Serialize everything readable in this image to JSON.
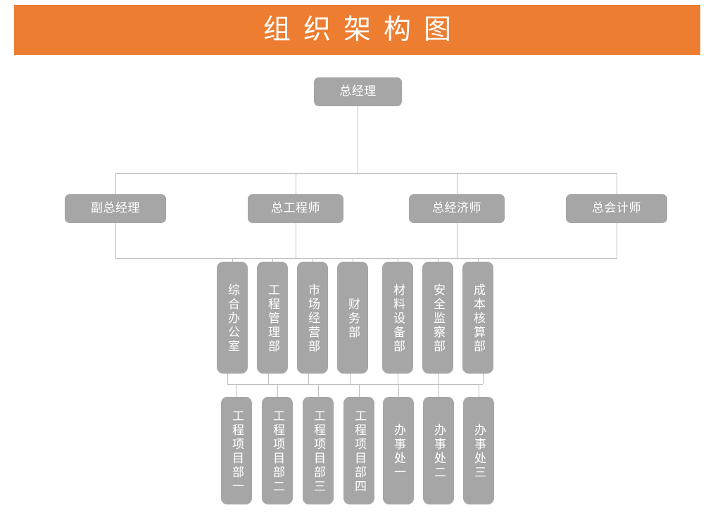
{
  "title": {
    "text": "组织架构图"
  },
  "colors": {
    "banner": "#ED7D31",
    "node": "#A6A6A6",
    "node_text": "#FFFFFF",
    "connector": "#BFBFBF",
    "background": "#FFFFFF"
  },
  "chart_data": {
    "type": "diagram",
    "diagram_type": "org-chart",
    "title": "组织架构图",
    "orientation": "top-down",
    "levels": 4,
    "nodes": {
      "level1": [
        {
          "id": "gm",
          "label": "总经理",
          "orientation": "horizontal"
        }
      ],
      "level2": [
        {
          "id": "deputy-gm",
          "label": "副总经理",
          "orientation": "horizontal"
        },
        {
          "id": "chief-engineer",
          "label": "总工程师",
          "orientation": "horizontal"
        },
        {
          "id": "chief-economist",
          "label": "总经济师",
          "orientation": "horizontal"
        },
        {
          "id": "chief-accountant",
          "label": "总会计师",
          "orientation": "horizontal"
        }
      ],
      "level3": [
        {
          "id": "general-office",
          "label": "综合办公室",
          "orientation": "vertical"
        },
        {
          "id": "engineering-management",
          "label": "工程管理部",
          "orientation": "vertical"
        },
        {
          "id": "market-operations",
          "label": "市场经营部",
          "orientation": "vertical"
        },
        {
          "id": "finance",
          "label": "财务部",
          "orientation": "vertical"
        },
        {
          "id": "materials-equipment",
          "label": "材料设备部",
          "orientation": "vertical"
        },
        {
          "id": "safety-supervision",
          "label": "安全监察部",
          "orientation": "vertical"
        },
        {
          "id": "cost-accounting",
          "label": "成本核算部",
          "orientation": "vertical"
        }
      ],
      "level4": [
        {
          "id": "project-dept-1",
          "label": "工程项目部一",
          "orientation": "vertical"
        },
        {
          "id": "project-dept-2",
          "label": "工程项目部二",
          "orientation": "vertical"
        },
        {
          "id": "project-dept-3",
          "label": "工程项目部三",
          "orientation": "vertical"
        },
        {
          "id": "project-dept-4",
          "label": "工程项目部四",
          "orientation": "vertical"
        },
        {
          "id": "office-1",
          "label": "办事处一",
          "orientation": "vertical"
        },
        {
          "id": "office-2",
          "label": "办事处二",
          "orientation": "vertical"
        },
        {
          "id": "office-3",
          "label": "办事处三",
          "orientation": "vertical"
        }
      ]
    },
    "edges": [
      {
        "from": "gm",
        "to": "deputy-gm"
      },
      {
        "from": "gm",
        "to": "chief-engineer"
      },
      {
        "from": "gm",
        "to": "chief-economist"
      },
      {
        "from": "gm",
        "to": "chief-accountant"
      },
      {
        "from": "level2-bus",
        "to": "general-office"
      },
      {
        "from": "level2-bus",
        "to": "engineering-management"
      },
      {
        "from": "level2-bus",
        "to": "market-operations"
      },
      {
        "from": "level2-bus",
        "to": "finance"
      },
      {
        "from": "level2-bus",
        "to": "materials-equipment"
      },
      {
        "from": "level2-bus",
        "to": "safety-supervision"
      },
      {
        "from": "level2-bus",
        "to": "cost-accounting"
      },
      {
        "from": "level3-bus",
        "to": "project-dept-1"
      },
      {
        "from": "level3-bus",
        "to": "project-dept-2"
      },
      {
        "from": "level3-bus",
        "to": "project-dept-3"
      },
      {
        "from": "level3-bus",
        "to": "project-dept-4"
      },
      {
        "from": "level3-bus",
        "to": "office-1"
      },
      {
        "from": "level3-bus",
        "to": "office-2"
      },
      {
        "from": "level3-bus",
        "to": "office-3"
      }
    ]
  }
}
